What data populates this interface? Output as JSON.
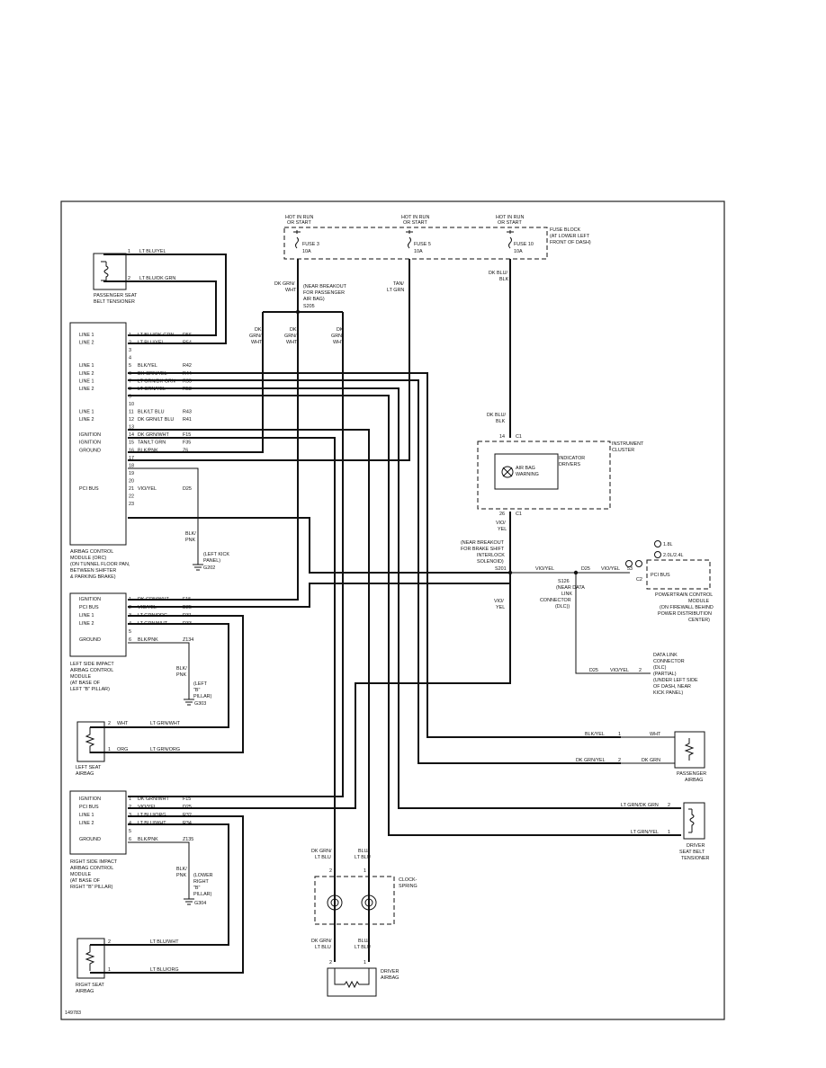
{
  "figure_id": "149783",
  "fuses": {
    "hot_label": "HOT IN RUN",
    "hot_label2": "OR START",
    "fuse3": "FUSE 3",
    "fuse5": "FUSE 5",
    "fuse10": "FUSE 10",
    "amp": "10A",
    "block1": "FUSE BLOCK",
    "block2": "(AT LOWER LEFT",
    "block3": "FRONT OF DASH)"
  },
  "splices": {
    "s205_note": [
      "(NEAR BREAKOUT",
      "FOR PASSENGER",
      "AIR BAG)"
    ],
    "s205": "S205",
    "s201_note": [
      "(NEAR BREAKOUT",
      "FOR BRAKE SHIFT",
      "INTERLOCK",
      "SOLENOID)"
    ],
    "s201": "S201",
    "s126": "S126",
    "s126_note": [
      "(NEAR DATA",
      "LINK",
      "CONNECTOR",
      "(DLC))"
    ]
  },
  "wires": {
    "dkgrn_wht": [
      "DK GRN/",
      "WHT"
    ],
    "dk_grn_wht3": [
      "DK",
      "GRN/",
      "WHT"
    ],
    "tan_ltgrn": [
      "TAN/",
      "LT GRN"
    ],
    "dkblu_blk": [
      "DK BLU/",
      "BLK"
    ],
    "vio_yel": [
      "VIO/",
      "YEL"
    ]
  },
  "passenger_tensioner": {
    "pin1": "1",
    "pin2": "2",
    "wire1": "LT BLU/YEL",
    "wire2": "LT BLU/DK GRN",
    "label": [
      "PASSENGER SEAT",
      "BELT TENSIONER"
    ]
  },
  "ocs": {
    "labels": [
      "",
      "LINE 1",
      "LINE 2",
      "",
      "",
      "LINE 1",
      "LINE 2",
      "LINE 1",
      "LINE 2",
      "",
      "",
      "LINE 1",
      "LINE 2",
      "",
      "IGNITION",
      "IGNITION",
      "GROUND",
      "",
      "",
      "",
      "",
      "PCI BUS",
      "",
      ""
    ],
    "pins": [
      "1",
      "2",
      "3",
      "4",
      "5",
      "6",
      "7",
      "8",
      "9",
      "10",
      "11",
      "12",
      "13",
      "14",
      "15",
      "16",
      "17",
      "18",
      "19",
      "20",
      "21",
      "22",
      "23"
    ],
    "wires": [
      "LT BLU/DK GRN",
      "LT BLU/YEL",
      "",
      "",
      "BLK/YEL",
      "DK GRN/YEL",
      "LT GRN/DK GRN",
      "LT GRN/YEL",
      "",
      "",
      "BLK/LT BLU",
      "DK GRN/LT BLU",
      "",
      "DK GRN/WHT",
      "TAN/LT GRN",
      "BLK/PNK",
      "",
      "",
      "",
      "",
      "VIO/YEL",
      "",
      ""
    ],
    "circuits": [
      "R56",
      "R54",
      "",
      "",
      "R42",
      "R44",
      "R55",
      "R53",
      "",
      "",
      "R43",
      "R41",
      "",
      "F15",
      "F35",
      "Z6",
      "",
      "",
      "",
      "",
      "D25",
      "",
      ""
    ],
    "ground_wire": [
      "BLK/",
      "PNK"
    ],
    "ground_note": [
      "(LEFT KICK",
      "PANEL)"
    ],
    "ground": "G202",
    "module": [
      "AIRBAG CONTROL",
      "MODULE (ORC)",
      "(ON TUNNEL FLOOR PAN,",
      "BETWEEN SHIFTER",
      "& PARKING BRAKE)"
    ]
  },
  "cluster": {
    "pin14": "14",
    "pin26": "26",
    "c1": "C1",
    "label": [
      "INSTRUMENT",
      "CLUSTER"
    ],
    "drivers": [
      "INDICATOR",
      "DRIVERS"
    ],
    "warning": [
      "AIR BAG",
      "WARNING"
    ]
  },
  "pcm": {
    "legend1": "1.8L",
    "legend2": "2.0L/2.4L",
    "wire": "VIO/YEL",
    "circuit": "D25",
    "pin": "53",
    "conn": "C2",
    "pci": "PCI BUS",
    "label": [
      "POWERTRAIN CONTROL",
      "MODULE",
      "(ON FIREWALL BEHIND",
      "POWER DISTRIBUTION",
      "CENTER)"
    ]
  },
  "dlc": {
    "circuit": "D25",
    "wire": "VIO/YEL",
    "pin": "2",
    "label": [
      "DATA LINK",
      "CONNECTOR",
      "(DLC)",
      "(PARTIAL)",
      "(UNDER LEFT SIDE",
      "OF DASH, NEAR",
      "KICK PANEL)"
    ]
  },
  "left_module": {
    "labels": [
      "IGNITION",
      "PCI BUS",
      "LINE 1",
      "LINE 2",
      "",
      "GROUND"
    ],
    "pins": [
      "1",
      "2",
      "3",
      "4",
      "5",
      "6"
    ],
    "wires": [
      "DK GRN/WHT",
      "VIO/YEL",
      "LT GRN/ORG",
      "LT GRN/WHT",
      "",
      "BLK/PNK"
    ],
    "circuits": [
      "F15",
      "D25",
      "R31",
      "R33",
      "",
      "Z134"
    ],
    "ground_wire": [
      "BLK/",
      "PNK"
    ],
    "ground_note": [
      "(LEFT",
      "\"B\"",
      "PILLAR)"
    ],
    "ground": "G303",
    "label": [
      "LEFT SIDE IMPACT",
      "AIRBAG CONTROL",
      "MODULE",
      "(AT BASE OF",
      "LEFT \"B\" PILLAR)"
    ]
  },
  "left_seat": {
    "pin2": "2",
    "pin1": "1",
    "inner2": "WHT",
    "inner1": "ORG",
    "wire2": "LT GRN/WHT",
    "wire1": "LT GRN/ORG",
    "label": [
      "LEFT SEAT",
      "AIRBAG"
    ]
  },
  "passenger_airbag": {
    "wire_a": "BLK/YEL",
    "pin_a": "1",
    "inner_a": "WHT",
    "wire_b": "DK GRN/YEL",
    "pin_b": "2",
    "inner_b": "DK GRN",
    "label": [
      "PASSENGER",
      "AIRBAG"
    ]
  },
  "right_module": {
    "labels": [
      "IGNITION",
      "PCI BUS",
      "LINE 1",
      "LINE 2",
      "",
      "GROUND"
    ],
    "pins": [
      "1",
      "2",
      "3",
      "4",
      "5",
      "6"
    ],
    "wires": [
      "DK GRN/WHT",
      "VIO/YEL",
      "LT BLU/ORG",
      "LT BLU/WHT",
      "",
      "BLK/PNK"
    ],
    "circuits": [
      "F15",
      "D25",
      "R32",
      "R34",
      "",
      "Z135"
    ],
    "ground_wire": [
      "BLK/",
      "PNK"
    ],
    "ground_note": [
      "(LOWER",
      "RIGHT",
      "\"B\"",
      "PILLAR)"
    ],
    "ground": "G304",
    "label": [
      "RIGHT SIDE IMPACT",
      "AIRBAG CONTROL",
      "MODULE",
      "(AT BASE OF",
      "RIGHT \"B\" PILLAR)"
    ]
  },
  "driver_tensioner": {
    "wire2": "LT GRN/DK GRN",
    "pin2": "2",
    "wire1": "LT GRN/YEL",
    "pin1": "1",
    "label": [
      "DRIVER",
      "SEAT BELT",
      "TENSIONER"
    ]
  },
  "clockspring": {
    "left_wire": [
      "DK GRN/",
      "LT BLU"
    ],
    "right_wire": [
      "BLU/",
      "LT BLU"
    ],
    "pin_l": "2",
    "pin_r": "1",
    "label": [
      "CLOCK-",
      "SPRING"
    ]
  },
  "driver_airbag": {
    "left_wire": [
      "DK GRN/",
      "LT BLU"
    ],
    "right_wire": [
      "BLU/",
      "LT BLU"
    ],
    "pin_l": "2",
    "pin_r": "1",
    "label": [
      "DRIVER",
      "AIRBAG"
    ]
  },
  "right_seat": {
    "pin2": "2",
    "pin1": "1",
    "wire2": "LT BLU/WHT",
    "wire1": "LT BLU/ORG",
    "label": [
      "RIGHT SEAT",
      "AIRBAG"
    ]
  }
}
